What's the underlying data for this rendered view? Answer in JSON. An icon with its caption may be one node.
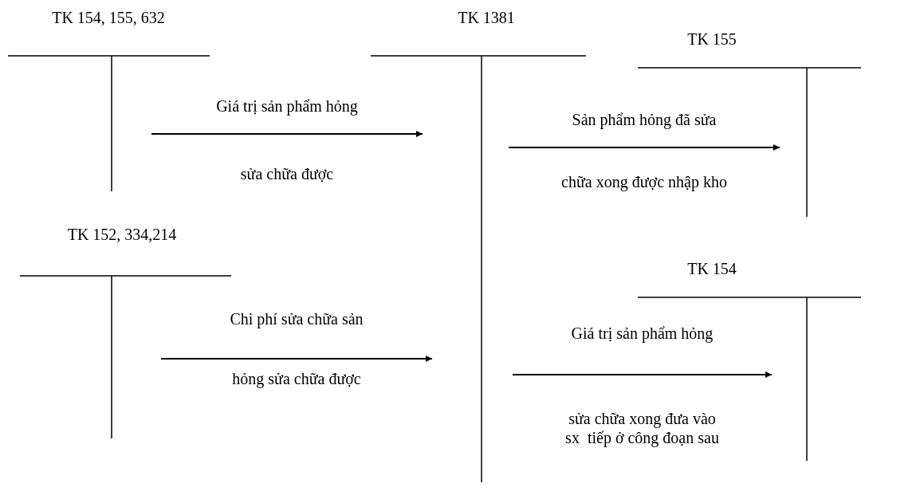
{
  "diagram": {
    "nodes": [
      {
        "text": [
          "TK 154, 155, 632"
        ]
      },
      {
        "text": [
          "TK 1381"
        ]
      },
      {
        "text": [
          "TK 152, 334,214"
        ]
      },
      {
        "text": [
          "TK 155"
        ]
      },
      {
        "text": [
          "TK 154"
        ]
      }
    ],
    "edges": [
      {
        "from": 0,
        "to": 1,
        "arrow": "to",
        "label": "Giá trị sản phẩm hỏng sửa chữa được"
      },
      {
        "from": 1,
        "to": 3,
        "arrow": "to",
        "label": "Sản phẩm hỏng đã sửa chữa xong được nhập kho"
      },
      {
        "from": 2,
        "to": 1,
        "arrow": "to",
        "label": "Chi phí sửa chữa sản hỏng sửa chữa được"
      },
      {
        "from": 1,
        "to": 4,
        "arrow": "to",
        "label": "Giá trị sản phẩm hỏng sửa chữa xong đưa vào sx  tiếp ở công đoạn sau"
      }
    ]
  }
}
